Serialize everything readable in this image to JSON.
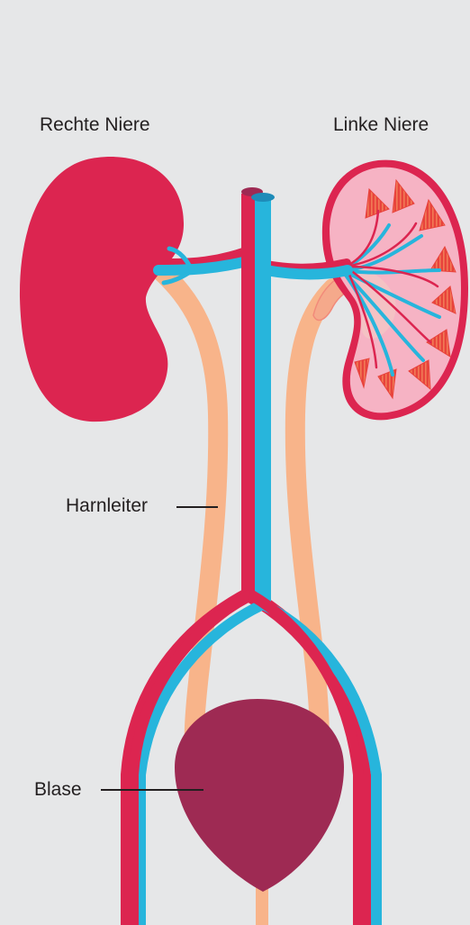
{
  "labels": {
    "right_kidney": "Rechte Niere",
    "left_kidney": "Linke Niere",
    "ureter": "Harnleiter",
    "bladder": "Blase"
  },
  "colors": {
    "background": "#e6e7e8",
    "artery": "#dc2550",
    "vein": "#27b5dc",
    "ureter": "#f8b48a",
    "bladder": "#9e2a53",
    "kidney_cortex": "#f6b3c4",
    "kidney_medulla": "#e8433c",
    "text": "#231f20"
  }
}
